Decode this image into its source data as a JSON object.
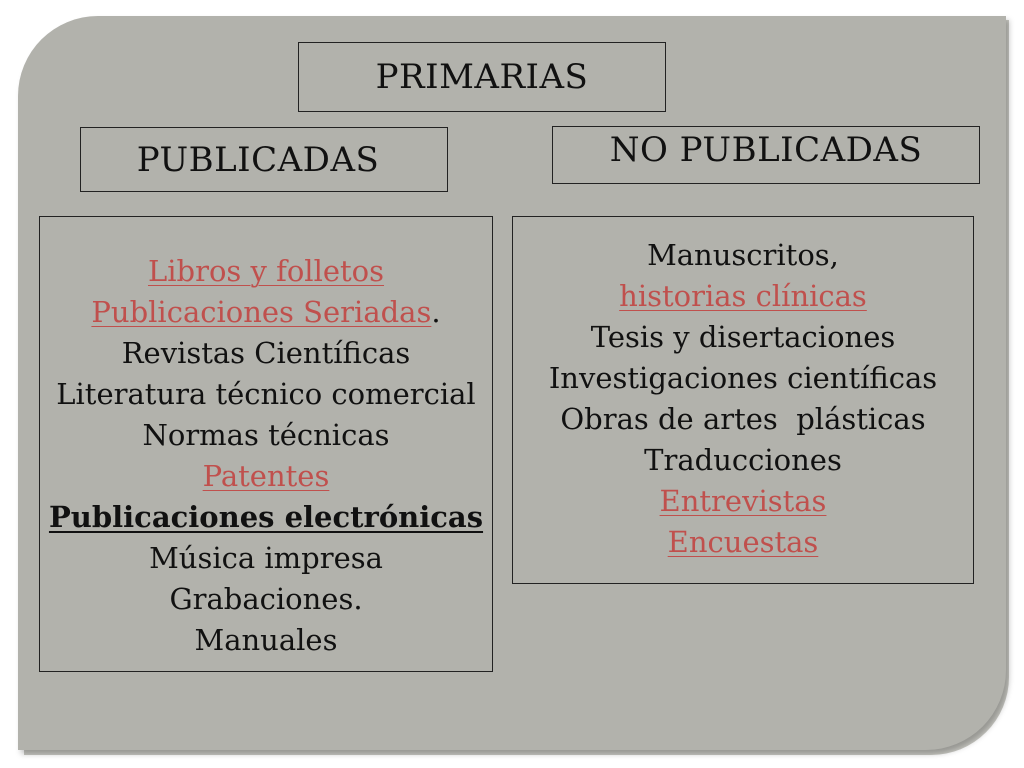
{
  "diagram": {
    "root": {
      "label": "PRIMARIAS"
    },
    "left": {
      "header": "PUBLICADAS",
      "items": [
        {
          "text": "Libros y folletos",
          "style": "link"
        },
        {
          "text": "Publicaciones Seriadas",
          "suffix": ".",
          "style": "link"
        },
        {
          "text": "Revistas Científicas",
          "style": "plain"
        },
        {
          "text": "Literatura técnico comercial",
          "style": "plain"
        },
        {
          "text": "Normas técnicas",
          "style": "plain"
        },
        {
          "text": "Patentes",
          "style": "link"
        },
        {
          "text": "Publicaciones electrónicas",
          "style": "bold-underline"
        },
        {
          "text": "Música impresa",
          "style": "plain"
        },
        {
          "text": "Grabaciones.",
          "style": "plain"
        },
        {
          "text": "Manuales",
          "style": "plain"
        }
      ]
    },
    "right": {
      "header": "NO PUBLICADAS",
      "items": [
        {
          "text": "Manuscritos,",
          "style": "plain"
        },
        {
          "text": "historias clínicas",
          "style": "link"
        },
        {
          "text": "Tesis y disertaciones",
          "style": "plain"
        },
        {
          "text": "Investigaciones científicas",
          "style": "plain"
        },
        {
          "text": "Obras de artes  plásticas",
          "style": "plain"
        },
        {
          "text": "Traducciones",
          "style": "plain"
        },
        {
          "text": "Entrevistas",
          "style": "link"
        },
        {
          "text": "Encuestas",
          "style": "link"
        }
      ]
    }
  },
  "colors": {
    "panel": "#b2b2ac",
    "link": "#c0504d",
    "text": "#111111",
    "border": "#222222"
  }
}
